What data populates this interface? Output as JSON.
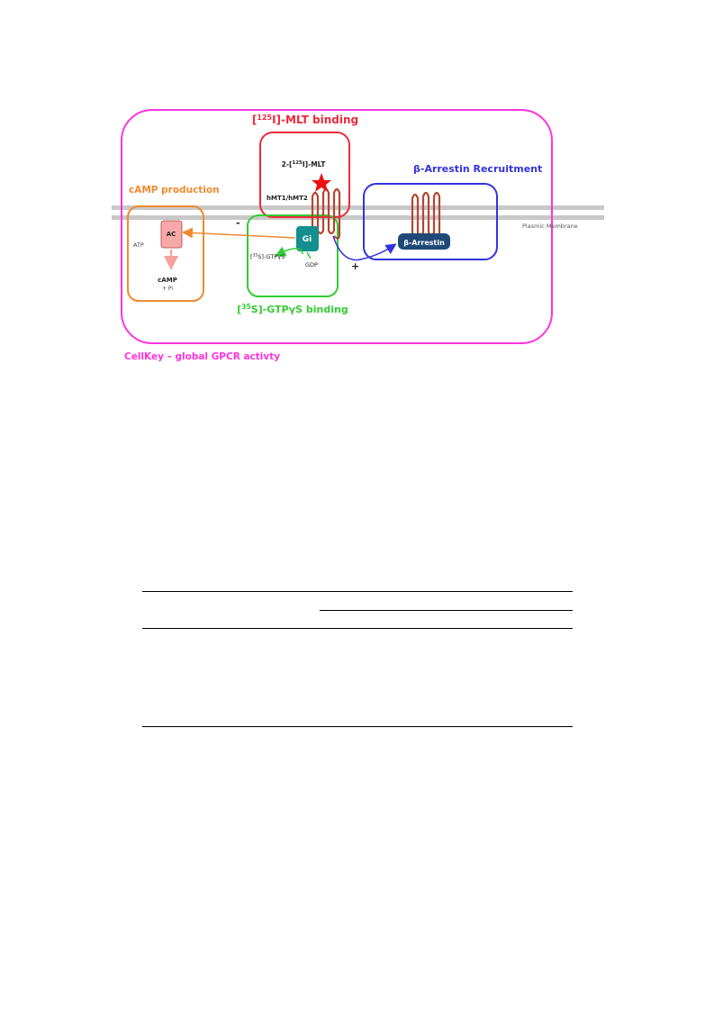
{
  "diagram": {
    "outer_label": "CellKey – global GPCR activty",
    "mlt_binding": {
      "pre": "[",
      "sup": "125",
      "post": "I]-MLT binding"
    },
    "ligand": {
      "pre": "2-[",
      "sup": "125",
      "post": "I]-MLT"
    },
    "receptor_label": "hMT1/hMT2",
    "camp_title": "cAMP production",
    "ac_label": "AC",
    "atp_label": "ATP",
    "camp_label": "cAMP",
    "pi_label": "+ Pi",
    "minus_sign": "-",
    "gi_label": "Gi",
    "gtpys_small": {
      "pre": "[",
      "sup": "35",
      "post": "S]-GTPγS"
    },
    "gdp_label": "GDP",
    "gtpys_title": {
      "pre": "[",
      "sup": "35",
      "post": "S]-GTPγS binding"
    },
    "plus_sign": "+",
    "arrestin_title": "β-Arrestin Recruitment",
    "arrestin_label": "β-Arrestin",
    "membrane_label": "Plasmic Membrane",
    "colors": {
      "outer": "#ff33dd",
      "mlt": "#ee2a3a",
      "camp": "#f08a30",
      "gtpys": "#33cc33",
      "arrestin": "#3333dd",
      "membrane": "#c8c8c8",
      "gi": "#138f8f",
      "arrestin_fill": "#1f4a78",
      "ac_fill": "#f7a8a8",
      "receptor": "#b5452f"
    }
  }
}
